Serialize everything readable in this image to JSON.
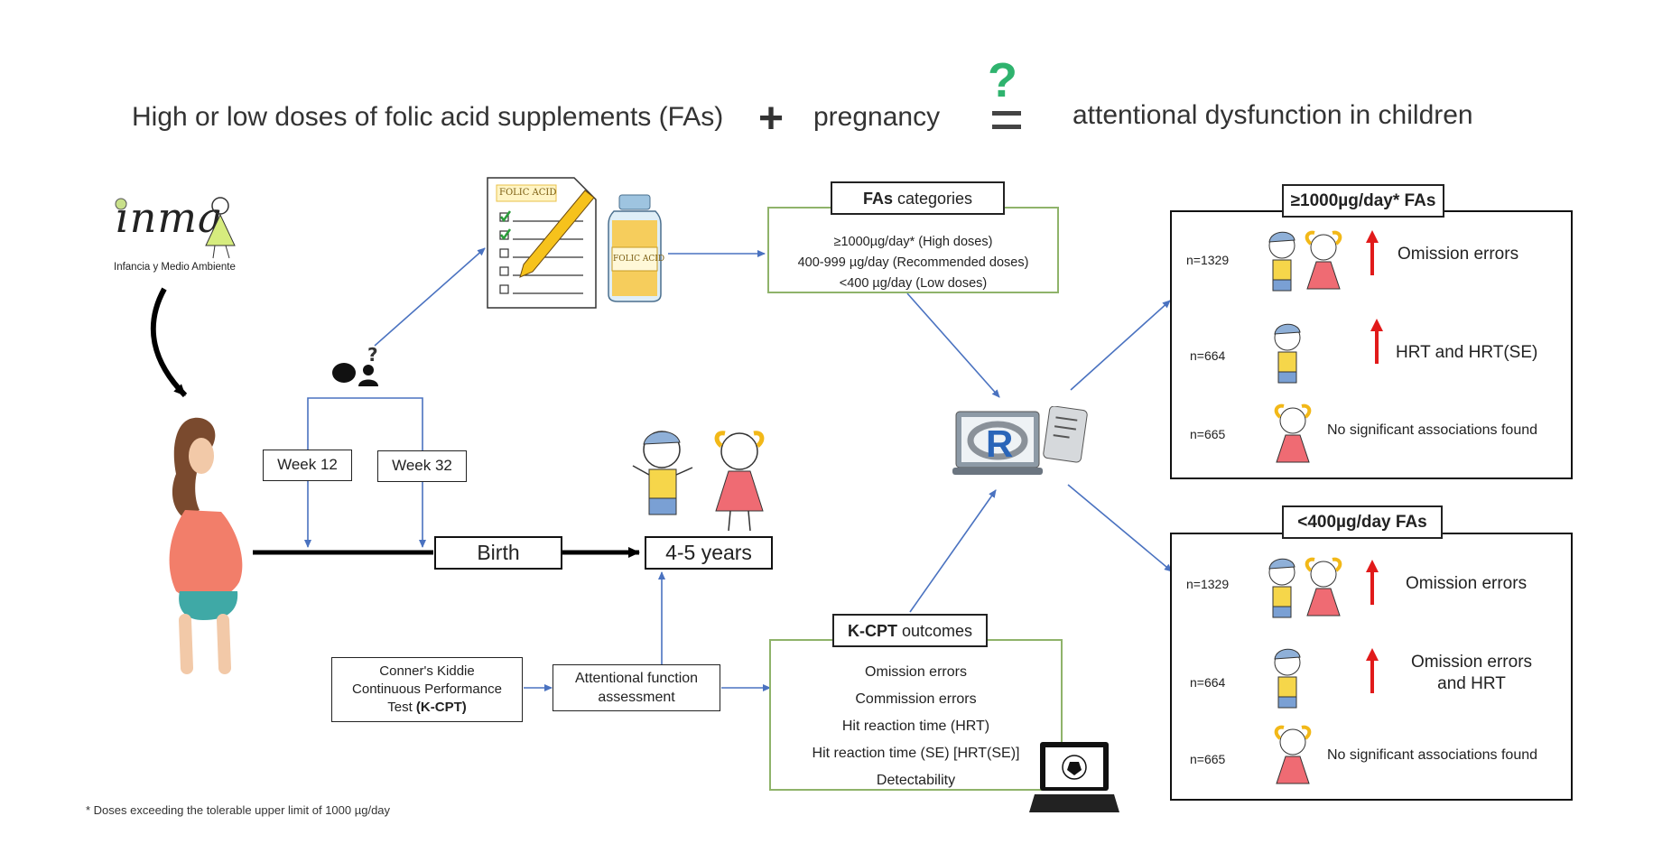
{
  "header": {
    "part1": "High or low doses of folic acid supplements (FAs)",
    "plus": "+",
    "part2": "pregnancy",
    "equals_q": "?",
    "part3": "attentional dysfunction in children"
  },
  "logo": {
    "text": "inma",
    "caption": "Infancia y Medio Ambiente"
  },
  "document_label": "FOLIC ACID",
  "bottle_label": "FOLIC ACID",
  "timeline": {
    "week12": "Week 12",
    "week32": "Week 32",
    "birth": "Birth",
    "age": "4-5 years"
  },
  "kcpt_source": {
    "line1": "Conner's Kiddie",
    "line2": "Continuous Performance",
    "line3_prefix": "Test ",
    "line3_bold": "(K-CPT)"
  },
  "assessment": {
    "line1": "Attentional function",
    "line2": "assessment"
  },
  "fas_categories": {
    "title_bold": "FAs",
    "title_rest": " categories",
    "items": [
      "≥1000µg/day* (High doses)",
      "400-999 µg/day (Recommended doses)",
      "<400 µg/day (Low doses)"
    ]
  },
  "kcpt_outcomes": {
    "title_bold": "K-CPT",
    "title_rest": " outcomes",
    "items": [
      "Omission errors",
      "Commission errors",
      "Hit reaction time (HRT)",
      "Hit reaction time (SE) [HRT(SE)]",
      "Detectability"
    ]
  },
  "r_logo": "R",
  "high_panel": {
    "title": "≥1000µg/day* FAs",
    "rows": [
      {
        "n": "n=1329",
        "result": "Omission errors"
      },
      {
        "n": "n=664",
        "result": "HRT and HRT(SE)"
      },
      {
        "n": "n=665",
        "result": "No significant associations found"
      }
    ]
  },
  "low_panel": {
    "title": "<400µg/day FAs",
    "rows": [
      {
        "n": "n=1329",
        "result": "Omission errors"
      },
      {
        "n": "n=664",
        "result_line1": "Omission errors",
        "result_line2": "and HRT"
      },
      {
        "n": "n=665",
        "result": "No significant associations found"
      }
    ]
  },
  "footnote": "* Doses exceeding the tolerable upper limit of 1000 µg/day",
  "colors": {
    "arrow_blue": "#4a72c0",
    "box_green": "#8fb36a",
    "up_red": "#e11a1a",
    "question_green": "#2fb36e"
  }
}
